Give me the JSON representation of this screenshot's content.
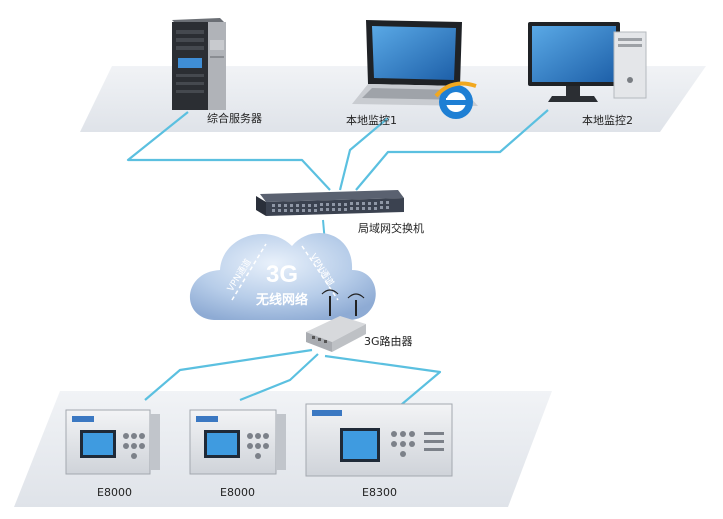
{
  "devices": {
    "server": {
      "label": "综合服务器"
    },
    "monitor1": {
      "label": "本地监控1"
    },
    "monitor2": {
      "label": "本地监控2"
    },
    "switch": {
      "label": "局域网交换机"
    },
    "router": {
      "label": "3G路由器"
    },
    "relay_a": {
      "label": "E8000"
    },
    "relay_b": {
      "label": "E8000"
    },
    "relay_c": {
      "label": "E8300"
    }
  },
  "cloud": {
    "title": "3G",
    "subtitle": "无线网络",
    "vpn_left": "VPN通道",
    "vpn_right": "VPN通道"
  },
  "colors": {
    "link": "#5bc0e0",
    "platform": "#e6e9ee",
    "cloud": "#9ab6dc",
    "switch": "#3b4250"
  },
  "icons": [
    "server-icon",
    "laptop-icon",
    "ie-browser-icon",
    "desktop-computer-icon",
    "network-switch-icon",
    "cloud-icon",
    "router-icon",
    "protection-relay-icon"
  ]
}
